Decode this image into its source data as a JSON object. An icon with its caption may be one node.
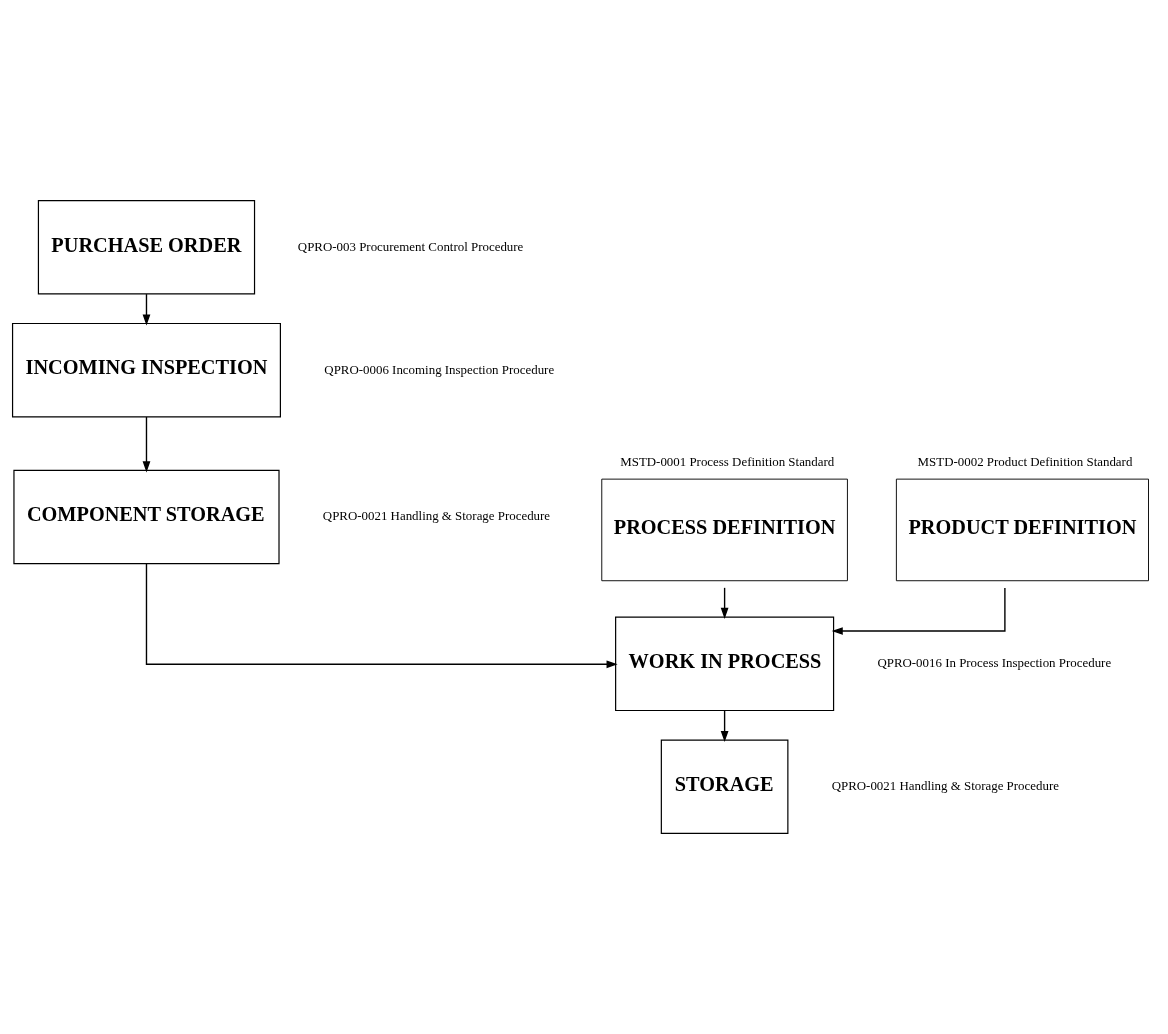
{
  "diagram": {
    "nodes": [
      {
        "text": [
          "PURCHASE ORDER"
        ],
        "beside": [
          "QPRO-003 Procurement Control Procedure"
        ]
      },
      {
        "text": [
          "INCOMING INSPECTION"
        ],
        "beside": [
          "QPRO-0006 Incoming Inspection Procedure"
        ]
      },
      {
        "text": [
          "PROCESS DEFINITION"
        ],
        "beside": [
          "MSTD-0001 Process Definition Standard"
        ]
      },
      {
        "text": [
          "PRODUCT DEFINITION"
        ],
        "beside": [
          "MSTD-0002 Product Definition Standard"
        ]
      },
      {
        "text": [
          "COMPONENT STORAGE"
        ],
        "beside": [
          "QPRO-0021 Handling & Storage Procedure"
        ]
      },
      {
        "text": [
          "WORK IN PROCESS"
        ],
        "beside": [
          "QPRO-0016 In Process Inspection Procedure"
        ]
      },
      {
        "text": [
          "STORAGE"
        ],
        "beside": [
          "QPRO-0021 Handling & Storage Procedure"
        ]
      }
    ],
    "edges": [
      {
        "from": 0,
        "to": 1,
        "arrow": "to"
      },
      {
        "from": 1,
        "to": 4,
        "arrow": "to"
      },
      {
        "from": 4,
        "to": 5,
        "arrow": "to"
      },
      {
        "from": 3,
        "to": 5,
        "arrow": "to"
      },
      {
        "from": 2,
        "to": 5,
        "arrow": "to"
      },
      {
        "from": 5,
        "to": 6,
        "arrow": "to"
      }
    ]
  }
}
